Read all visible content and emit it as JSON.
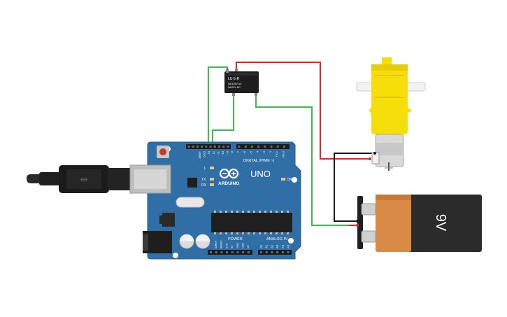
{
  "board": {
    "name": "ARDUINO",
    "model": "UNO",
    "digital_label": "DIGITAL (PWM ~)",
    "power_label": "POWER",
    "analog_label": "ANALOG IN",
    "on_label": "ON",
    "l_label": "L",
    "tx_label": "TX",
    "rx_label": "RX",
    "top_pins": [
      "AREF",
      "GND",
      "13",
      "12",
      "~11",
      "~10",
      "~9",
      "8",
      "7",
      "~6",
      "~5",
      "4",
      "~3",
      "2",
      "TX 1",
      "RX 0"
    ],
    "power_pins": [
      "IOREF",
      "RESET",
      "3.3V",
      "5V",
      "GND",
      "GND",
      "Vin"
    ],
    "analog_pins": [
      "A0",
      "A1",
      "A2",
      "A3",
      "A4",
      "A5"
    ]
  },
  "relay": {
    "model": "LU-5-R",
    "rating_line1": "5A/125V AC",
    "rating_line2": "5A/24V DC"
  },
  "battery": {
    "label": "9V"
  },
  "colors": {
    "board": "#2f6fa5",
    "board_edge": "#245c8b",
    "wire_red": "#d92b2b",
    "wire_green": "#3dbf47",
    "wire_black": "#1a1a1a",
    "motor_yellow": "#f6de0a",
    "battery_orange": "#d98b45",
    "battery_black": "#2b2b2b"
  }
}
